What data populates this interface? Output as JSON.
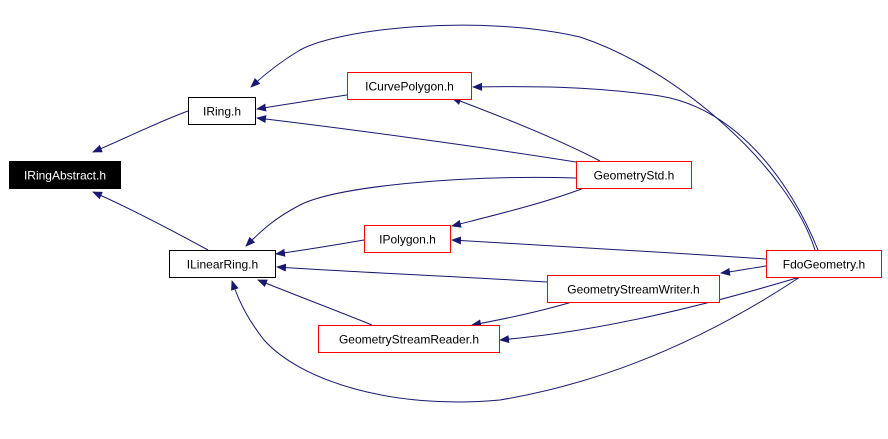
{
  "diagram": {
    "nodes": [
      {
        "id": "iringabstract",
        "label": "IRingAbstract.h",
        "style": "root"
      },
      {
        "id": "iring",
        "label": "IRing.h",
        "style": "black"
      },
      {
        "id": "ilinearring",
        "label": "ILinearRing.h",
        "style": "black"
      },
      {
        "id": "icurvepolygon",
        "label": "ICurvePolygon.h",
        "style": "red"
      },
      {
        "id": "geometrystd",
        "label": "GeometryStd.h",
        "style": "red"
      },
      {
        "id": "ipolygon",
        "label": "IPolygon.h",
        "style": "red"
      },
      {
        "id": "fdogeometry",
        "label": "FdoGeometry.h",
        "style": "red"
      },
      {
        "id": "geometrystreamwriter",
        "label": "GeometryStreamWriter.h",
        "style": "red"
      },
      {
        "id": "geometrystreamreader",
        "label": "GeometryStreamReader.h",
        "style": "red"
      }
    ],
    "edges": [
      {
        "from": "iring",
        "to": "iringabstract"
      },
      {
        "from": "ilinearring",
        "to": "iringabstract"
      },
      {
        "from": "icurvepolygon",
        "to": "iring"
      },
      {
        "from": "geometrystd",
        "to": "iring"
      },
      {
        "from": "fdogeometry",
        "to": "iring"
      },
      {
        "from": "geometrystd",
        "to": "icurvepolygon"
      },
      {
        "from": "fdogeometry",
        "to": "icurvepolygon"
      },
      {
        "from": "geometrystd",
        "to": "ilinearring"
      },
      {
        "from": "ipolygon",
        "to": "ilinearring"
      },
      {
        "from": "geometrystreamwriter",
        "to": "ilinearring"
      },
      {
        "from": "geometrystreamreader",
        "to": "ilinearring"
      },
      {
        "from": "fdogeometry",
        "to": "ilinearring"
      },
      {
        "from": "geometrystd",
        "to": "ipolygon"
      },
      {
        "from": "fdogeometry",
        "to": "ipolygon"
      },
      {
        "from": "fdogeometry",
        "to": "geometrystreamwriter"
      },
      {
        "from": "geometrystreamwriter",
        "to": "geometrystreamreader"
      },
      {
        "from": "fdogeometry",
        "to": "geometrystreamreader"
      }
    ],
    "colors": {
      "edge": "#191970",
      "red_border": "#ff0000",
      "black_border": "#000000",
      "root_fill": "#000000",
      "root_text": "#ffffff",
      "text": "#000000",
      "fill": "#ffffff"
    }
  }
}
